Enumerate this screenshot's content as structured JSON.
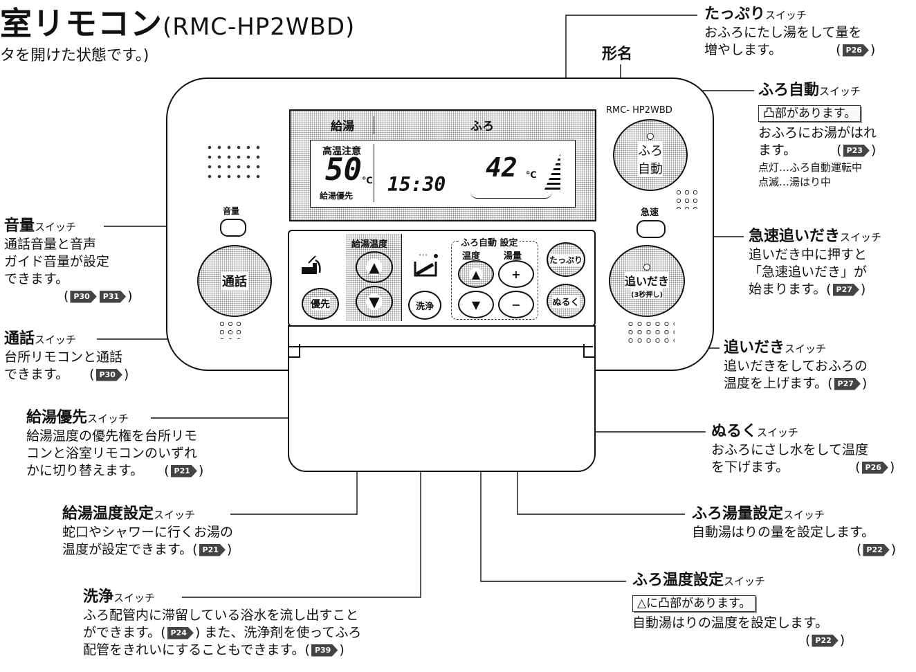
{
  "header": {
    "title_main": "室リモコン",
    "title_model": "(RMC-HP2WBD)",
    "subtitle": "タを開けた状態です。)"
  },
  "device": {
    "model_label": "形名",
    "model_name": "RMC- HP2WBD",
    "lcd_tab_kyuto": "給湯",
    "lcd_tab_furo": "ふろ",
    "lcd_high_temp_caution": "高温注意",
    "lcd_hot_temp": "50",
    "lcd_hot_unit": "℃",
    "lcd_hot_priority": "給湯優先",
    "lcd_clock": "15:30",
    "lcd_bath_temp": "42",
    "lcd_bath_unit": "℃",
    "btn_volume": "音量",
    "btn_talk": "通話",
    "btn_priority": "優先",
    "group_hot_temp": "給湯温度",
    "btn_wash": "洗浄",
    "group_bath_auto": "ふろ自動 設定",
    "group_bath_temp": "温度",
    "group_bath_volume": "湯量",
    "btn_tappuri": "たっぷり",
    "btn_nuruku": "ぬるく",
    "btn_furo_auto_1": "ふろ",
    "btn_furo_auto_2": "自動",
    "btn_quick": "急速",
    "btn_oidaki_1": "追いだき",
    "btn_oidaki_2": "(3秒押し)"
  },
  "callouts": {
    "volume": {
      "name": "音量",
      "suffix": "スイッチ",
      "desc": [
        "通話音量と音声",
        "ガイド音量が設定",
        "できます。"
      ],
      "refs": [
        "P30",
        "P31"
      ]
    },
    "talk": {
      "name": "通話",
      "suffix": "スイッチ",
      "desc": [
        "台所リモコンと通話",
        "できます。"
      ],
      "refs": [
        "P30"
      ]
    },
    "priority": {
      "name": "給湯優先",
      "suffix": "スイッチ",
      "desc": [
        "給湯温度の優先権を台所リモ",
        "コンと浴室リモコンのいずれ",
        "かに切り替えます。"
      ],
      "refs": [
        "P21"
      ]
    },
    "hot_temp": {
      "name": "給湯温度設定",
      "suffix": "スイッチ",
      "desc": [
        "蛇口やシャワーに行くお湯の",
        "温度が設定できます。"
      ],
      "refs": [
        "P21"
      ]
    },
    "wash": {
      "name": "洗浄",
      "suffix": "スイッチ",
      "desc": [
        "ふろ配管内に滞留している浴水を流し出すこと",
        "ができます。(",
        ") また、洗浄剤を使ってふろ",
        "配管をきれいにすることもできます。("
      ],
      "refs": [
        "P24",
        "P39"
      ]
    },
    "tappuri": {
      "name": "たっぷり",
      "suffix": "スイッチ",
      "desc": [
        "おふろにたし湯をして量を",
        "増やします。"
      ],
      "refs": [
        "P26"
      ]
    },
    "furo_auto": {
      "name": "ふろ自動",
      "suffix": "スイッチ",
      "note": "凸部があります。",
      "desc": [
        "おふろにお湯がはれ",
        "ます。"
      ],
      "refs": [
        "P23"
      ],
      "status": [
        "点灯…ふろ自動運転中",
        "点滅…湯はり中"
      ]
    },
    "quick": {
      "name": "急速追いだき",
      "suffix": "スイッチ",
      "desc": [
        "追いだき中に押すと",
        "「急速追いだき」が",
        "始まります。"
      ],
      "refs": [
        "P27"
      ]
    },
    "oidaki": {
      "name": "追いだき",
      "suffix": "スイッチ",
      "desc": [
        "追いだきをしておふろの",
        "温度を上げます。"
      ],
      "refs": [
        "P27"
      ]
    },
    "nuruku": {
      "name": "ぬるく",
      "suffix": "スイッチ",
      "desc": [
        "おふろにさし水をして温度",
        "を下げます。"
      ],
      "refs": [
        "P26"
      ]
    },
    "bath_volume": {
      "name": "ふろ湯量設定",
      "suffix": "スイッチ",
      "desc": [
        "自動湯はりの量を設定します。"
      ],
      "refs": [
        "P22"
      ]
    },
    "bath_temp": {
      "name": "ふろ温度設定",
      "suffix": "スイッチ",
      "note": "△に凸部があります。",
      "desc": [
        "自動湯はりの温度を設定します。"
      ],
      "refs": [
        "P22"
      ]
    }
  }
}
